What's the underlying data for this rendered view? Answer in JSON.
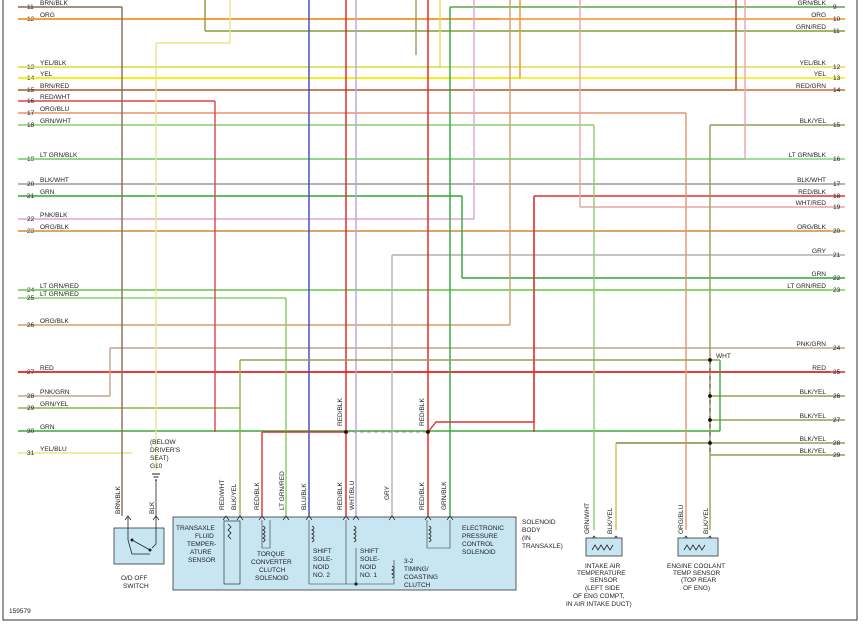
{
  "left_wires": [
    {
      "num": "11",
      "label": "BRN/BLK",
      "color": "#8b6a4f"
    },
    {
      "num": "12",
      "label": "ORG",
      "color": "#f29222"
    },
    {
      "num": "13",
      "label": "YEL/BLK",
      "color": "#e2db57"
    },
    {
      "num": "14",
      "label": "YEL",
      "color": "#f2ee00"
    },
    {
      "num": "15",
      "label": "BRN/RED",
      "color": "#b5532d"
    },
    {
      "num": "16",
      "label": "RED/WHT",
      "color": "#dd4444"
    },
    {
      "num": "17",
      "label": "ORG/BLU",
      "color": "#e5946d"
    },
    {
      "num": "18",
      "label": "GRN/WHT",
      "color": "#8dcb6e"
    },
    {
      "num": "19",
      "label": "LT GRN/BLK",
      "color": "#7fd37f"
    },
    {
      "num": "20",
      "label": "BLK/WHT",
      "color": "#9a9a9a"
    },
    {
      "num": "21",
      "label": "GRN",
      "color": "#2fa63a"
    },
    {
      "num": "22",
      "label": "PNK/BLK",
      "color": "#dca6d6"
    },
    {
      "num": "23",
      "label": "ORG/BLK",
      "color": "#d89a5a"
    },
    {
      "num": "24",
      "label": "LT GRN/RED",
      "color": "#7bcf5e"
    },
    {
      "num": "25",
      "label": "LT GRN/RED",
      "color": "#86d36a"
    },
    {
      "num": "26",
      "label": "ORG/BLK",
      "color": "#cfa06b"
    },
    {
      "num": "27",
      "label": "RED",
      "color": "#e02020"
    },
    {
      "num": "28",
      "label": "PNK/GRN",
      "color": "#c8a08a"
    },
    {
      "num": "29",
      "label": "GRN/YEL",
      "color": "#8fb44a"
    },
    {
      "num": "30",
      "label": "GRN",
      "color": "#3aa83a"
    },
    {
      "num": "31",
      "label": "YEL/BLU",
      "color": "#e9e38a"
    }
  ],
  "right_wires": [
    {
      "num": "9",
      "label": "GRN/BLK",
      "color": "#5aa84a"
    },
    {
      "num": "10",
      "label": "ORG",
      "color": "#f29222"
    },
    {
      "num": "11",
      "label": "GRN/RED",
      "color": "#8a9a3a"
    },
    {
      "num": "12",
      "label": "YEL/BLK",
      "color": "#e2db57"
    },
    {
      "num": "13",
      "label": "YEL",
      "color": "#f2ee00"
    },
    {
      "num": "14",
      "label": "RED/GRN",
      "color": "#d9653a"
    },
    {
      "num": "15",
      "label": "BLK/YEL",
      "color": "#9a9a5a"
    },
    {
      "num": "16",
      "label": "LT GRN/BLK",
      "color": "#7fd37f"
    },
    {
      "num": "17",
      "label": "BLK/WHT",
      "color": "#9a9a9a"
    },
    {
      "num": "18",
      "label": "RED/BLK",
      "color": "#dd3333"
    },
    {
      "num": "19",
      "label": "WHT/RED",
      "color": "#e6a6a6"
    },
    {
      "num": "20",
      "label": "ORG/BLK",
      "color": "#d89a5a"
    },
    {
      "num": "21",
      "label": "GRY",
      "color": "#b0b0b0"
    },
    {
      "num": "22",
      "label": "GRN",
      "color": "#2fa63a"
    },
    {
      "num": "23",
      "label": "LT GRN/RED",
      "color": "#7bcf5e"
    },
    {
      "num": "24",
      "label": "PNK/GRN",
      "color": "#c8a08a"
    },
    {
      "num": "25",
      "label": "RED",
      "color": "#e02020"
    },
    {
      "num": "26",
      "label": "BLK/YEL",
      "color": "#9a9a5a"
    },
    {
      "num": "27",
      "label": "BLK/YEL",
      "color": "#9a9a5a"
    },
    {
      "num": "28",
      "label": "BLK/YEL",
      "color": "#9a9a5a"
    },
    {
      "num": "29",
      "label": "BLK/YEL",
      "color": "#9a9a5a"
    }
  ],
  "switch": {
    "brn_blk": "BRN/BLK",
    "blk": "BLK",
    "ground_note_1": "(BELOW",
    "ground_note_2": "DRIVER'S",
    "ground_note_3": "SEAT)",
    "ground_id": "G10",
    "name_1": "O/D OFF",
    "name_2": "SWITCH"
  },
  "connector_labels": {
    "red_wht": "RED/WHT",
    "blk_yel": "BLK/YEL",
    "red_blk_a": "RED/BLK",
    "lt_grn_red": "LT GRN/RED",
    "blu_blk": "BLU/BLK",
    "red_blk_b": "RED/BLK",
    "wht_blu": "WHT/BLU",
    "gry": "GRY",
    "red_blk_c": "RED/BLK",
    "grn_blk": "GRN/BLK",
    "red_blk_splice_1": "RED/BLK",
    "red_blk_splice_2": "RED/BLK",
    "wht_tap": "WHT"
  },
  "solenoid_body": {
    "title_1": "SOLENOID",
    "title_2": "BODY",
    "title_3": "(IN",
    "title_4": "TRANSAXLE)",
    "tft_1": "TRANSAXLE",
    "tft_2": "FLUID",
    "tft_3": "TEMPER-",
    "tft_4": "ATURE",
    "tft_5": "SENSOR",
    "tcc_1": "TORQUE",
    "tcc_2": "CONVERTER",
    "tcc_3": "CLUTCH",
    "tcc_4": "SOLENOID",
    "ss2_1": "SHIFT",
    "ss2_2": "SOLE-",
    "ss2_3": "NOID",
    "ss2_4": "NO. 2",
    "ss1_1": "SHIFT",
    "ss1_2": "SOLE-",
    "ss1_3": "NOID",
    "ss1_4": "NO. 1",
    "tc_1": "3-2",
    "tc_2": "TIMING/",
    "tc_3": "COASTING",
    "tc_4": "CLUTCH",
    "epc_1": "ELECTRONIC",
    "epc_2": "PRESSURE",
    "epc_3": "CONTROL",
    "epc_4": "SOLENOID"
  },
  "iat": {
    "wire_1": "GRN/WHT",
    "wire_2": "BLK/YEL",
    "name_1": "INTAKE AIR",
    "name_2": "TEMPERATURE",
    "name_3": "SENSOR",
    "name_4": "(LEFT SIDE",
    "name_5": "OF ENG COMPT,",
    "name_6": "IN AIR INTAKE DUCT)"
  },
  "ect": {
    "wire_1": "ORG/BLU",
    "wire_2": "BLK/YEL",
    "name_1": "ENGINE COOLANT",
    "name_2": "TEMP SENSOR",
    "name_3": "(TOP REAR",
    "name_4": "OF ENG)"
  },
  "figure_id": "159579"
}
